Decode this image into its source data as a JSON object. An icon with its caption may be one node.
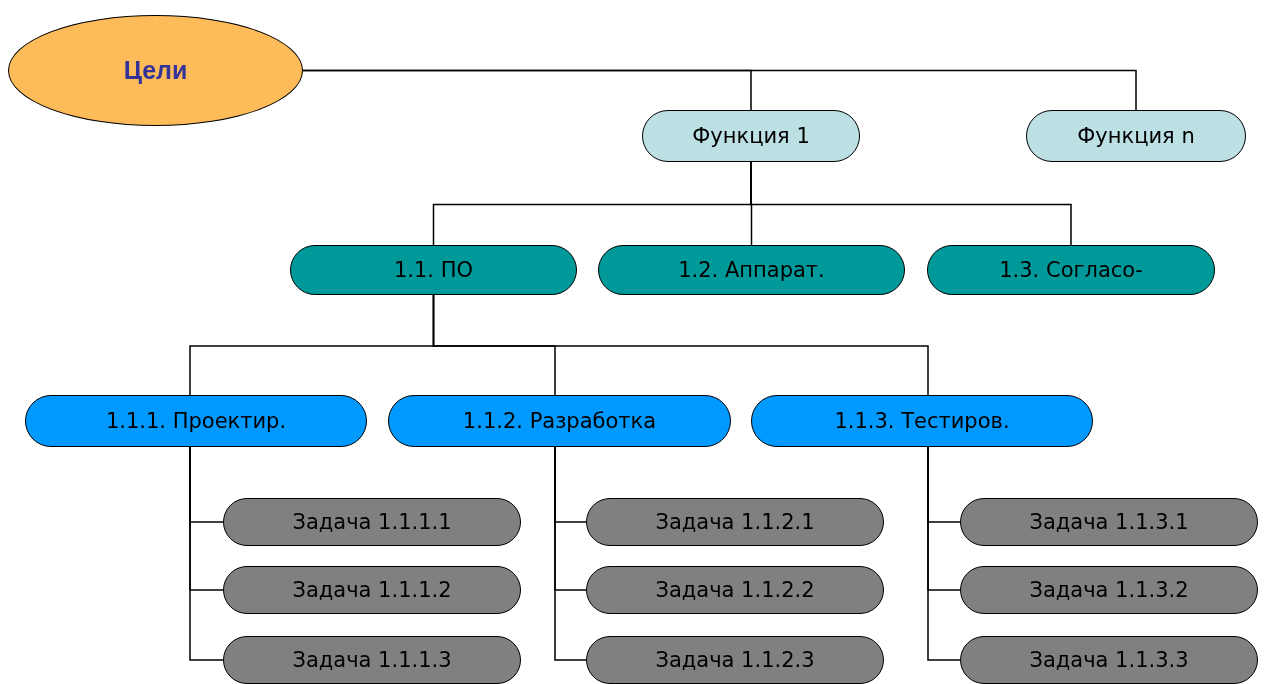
{
  "diagram": {
    "nodes": [
      {
        "text": [
          "Цели"
        ]
      },
      {
        "text": [
          "Функция 1"
        ]
      },
      {
        "text": [
          "Функция n"
        ]
      },
      {
        "text": [
          "1.1. ПО"
        ]
      },
      {
        "text": [
          "1.2. Аппарат."
        ]
      },
      {
        "text": [
          "1.3. Согласо-"
        ]
      },
      {
        "text": [
          "1.1.1. Проектир."
        ]
      },
      {
        "text": [
          "1.1.2. Разработка"
        ]
      },
      {
        "text": [
          "1.1.3. Тестиров."
        ]
      },
      {
        "text": [
          "Задача 1.1.1.1"
        ]
      },
      {
        "text": [
          "Задача 1.1.1.2"
        ]
      },
      {
        "text": [
          "Задача 1.1.1.3"
        ]
      },
      {
        "text": [
          "Задача 1.1.2.1"
        ]
      },
      {
        "text": [
          "Задача 1.1.2.2"
        ]
      },
      {
        "text": [
          "Задача 1.1.2.3"
        ]
      },
      {
        "text": [
          "Задача 1.1.3.1"
        ]
      },
      {
        "text": [
          "Задача 1.1.3.2"
        ]
      },
      {
        "text": [
          "Задача 1.1.3.3"
        ]
      }
    ],
    "edges": [
      {
        "from": 0,
        "to": 1,
        "arrow": "none"
      },
      {
        "from": 0,
        "to": 2,
        "arrow": "none"
      },
      {
        "from": 1,
        "to": 3,
        "arrow": "none"
      },
      {
        "from": 1,
        "to": 4,
        "arrow": "none"
      },
      {
        "from": 1,
        "to": 5,
        "arrow": "none"
      },
      {
        "from": 3,
        "to": 6,
        "arrow": "none"
      },
      {
        "from": 3,
        "to": 7,
        "arrow": "none"
      },
      {
        "from": 3,
        "to": 8,
        "arrow": "none"
      },
      {
        "from": 6,
        "to": 9,
        "arrow": "none"
      },
      {
        "from": 6,
        "to": 10,
        "arrow": "none"
      },
      {
        "from": 6,
        "to": 11,
        "arrow": "none"
      },
      {
        "from": 7,
        "to": 12,
        "arrow": "none"
      },
      {
        "from": 7,
        "to": 13,
        "arrow": "none"
      },
      {
        "from": 7,
        "to": 14,
        "arrow": "none"
      },
      {
        "from": 8,
        "to": 15,
        "arrow": "none"
      },
      {
        "from": 8,
        "to": 16,
        "arrow": "none"
      },
      {
        "from": 8,
        "to": 17,
        "arrow": "none"
      }
    ]
  }
}
